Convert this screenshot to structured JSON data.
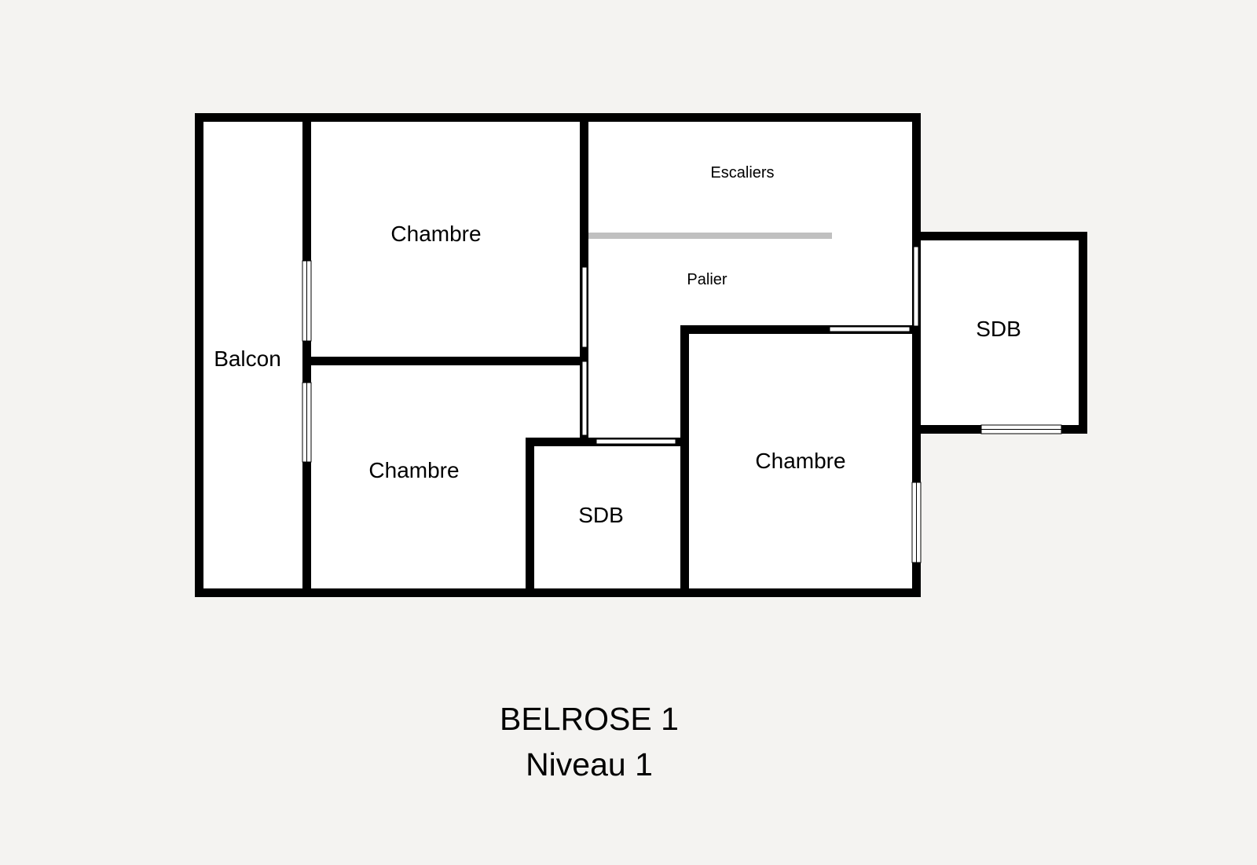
{
  "plan": {
    "rooms": {
      "balcon": "Balcon",
      "chambre_top": "Chambre",
      "chambre_bottom": "Chambre",
      "escaliers": "Escaliers",
      "palier": "Palier",
      "sdb_small": "SDB",
      "chambre_right": "Chambre",
      "sdb_right": "SDB"
    },
    "colors": {
      "wall": "#000000",
      "floor": "#ffffff",
      "stair_edge": "#c0c0c0",
      "background": "#f4f3f1"
    }
  },
  "caption": {
    "line1": "BELROSE 1",
    "line2": "Niveau 1"
  }
}
